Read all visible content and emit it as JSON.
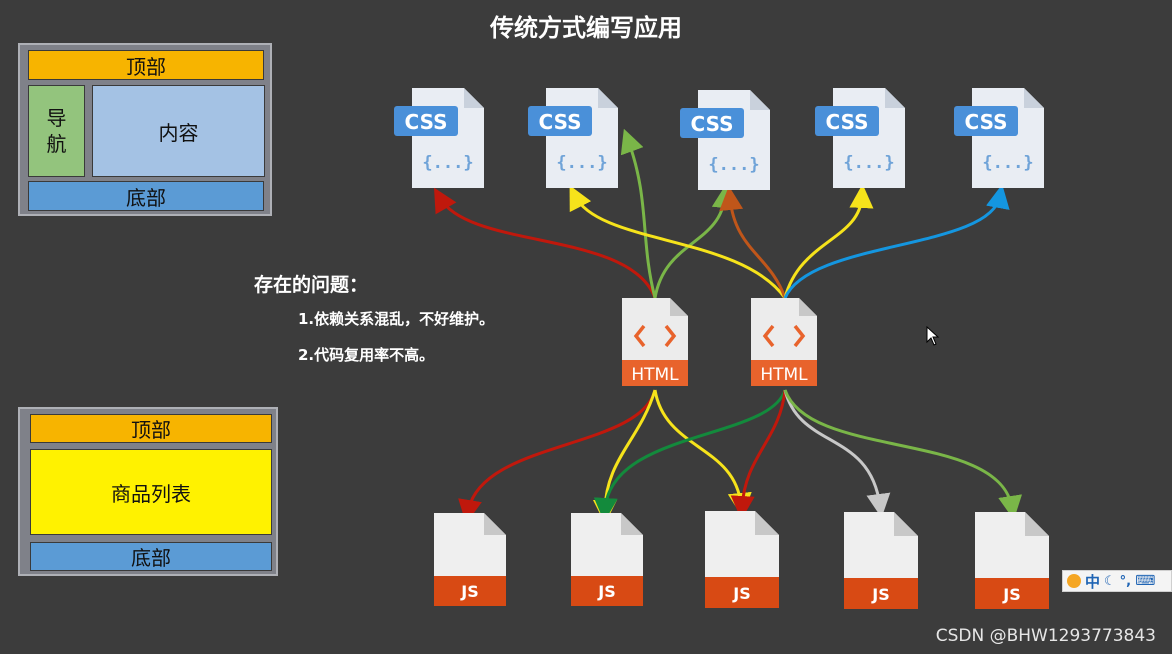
{
  "title": "传统方式编写应用",
  "layout1": {
    "header": "顶部",
    "nav": "导\n航",
    "content": "内容",
    "footer": "底部"
  },
  "layout2": {
    "header": "顶部",
    "product_list": "商品列表",
    "footer": "底部"
  },
  "problems": {
    "heading": "存在的问题：",
    "items": [
      "1.依赖关系混乱，不好维护。",
      "2.代码复用率不高。"
    ]
  },
  "file_labels": {
    "css": "CSS",
    "css_body": "{...}",
    "html": "HTML",
    "js": "JS"
  },
  "ime": {
    "lang": "中"
  },
  "watermark": "CSDN @BHW1293773843",
  "colors": {
    "orange": "#f7b400",
    "blue": "#5b9bd5",
    "light_blue": "#a4c2e4",
    "green": "#93c47d",
    "yellow": "#fff200",
    "html_badge": "#e8632c",
    "js_badge": "#d84a14",
    "css_badge": "#4a90d9"
  }
}
